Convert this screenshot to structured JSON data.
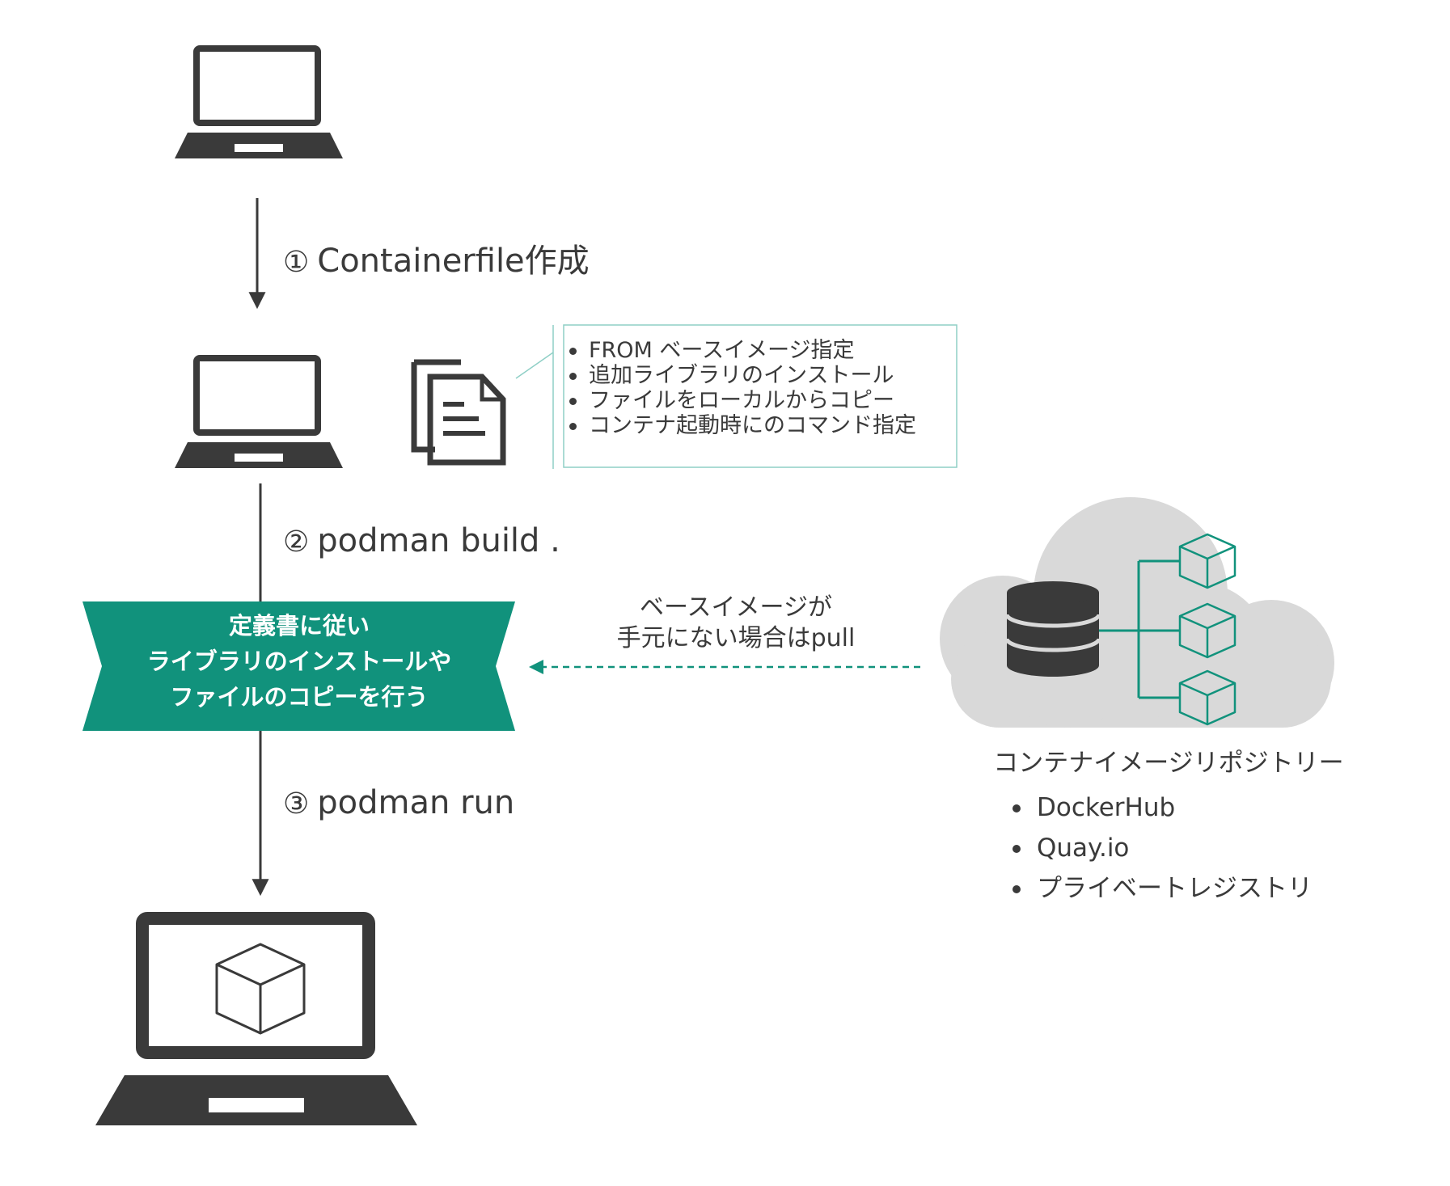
{
  "steps": {
    "step1": {
      "number": "①",
      "label": "Containerfile作成"
    },
    "step2": {
      "number": "②",
      "label": "podman build ."
    },
    "step3": {
      "number": "③",
      "label": "podman run"
    }
  },
  "containerfile_callout": {
    "items": [
      "FROM ベースイメージ指定",
      "追加ライブラリのインストール",
      "ファイルをローカルからコピー",
      "コンテナ起動時にのコマンド指定"
    ]
  },
  "build_banner": {
    "lines": [
      "定義書に従い",
      "ライブラリのインストールや",
      "ファイルのコピーを行う"
    ]
  },
  "pull_note": {
    "lines": [
      "ベースイメージが",
      "手元にない場合はpull"
    ]
  },
  "repository": {
    "title": "コンテナイメージリポジトリー",
    "items": [
      "DockerHub",
      "Quay.io",
      "プライベートレジストリ"
    ]
  },
  "colors": {
    "teal": "#11927c",
    "dark": "#3a3a3a",
    "cloud": "#d9d9d9",
    "callout_border": "#8fcfc6"
  }
}
